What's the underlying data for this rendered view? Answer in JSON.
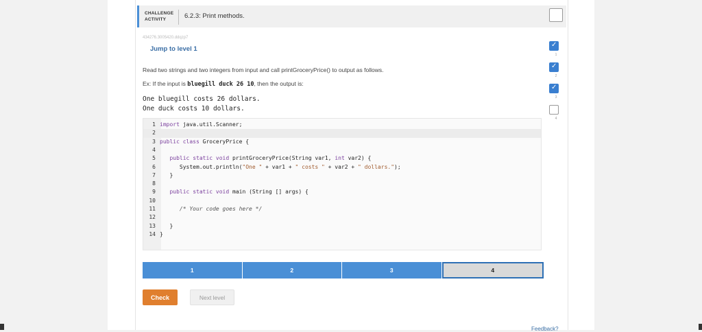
{
  "header": {
    "label_line1": "CHALLENGE",
    "label_line2": "ACTIVITY",
    "title": "6.2.3: Print methods."
  },
  "activity_id": "434276.3005420.ddqzp7",
  "jump_link": "Jump to level 1",
  "prompt": {
    "line1": "Read two strings and two integers from input and call printGroceryPrice() to output as follows.",
    "line2_prefix": "Ex: If the input is ",
    "line2_mono": "bluegill duck 26 10",
    "line2_suffix": ", then the output is:"
  },
  "output_lines": [
    "One bluegill costs 26 dollars.",
    "One duck costs 10 dollars."
  ],
  "code_lines": [
    {
      "n": "1",
      "text": "import java.util.Scanner;"
    },
    {
      "n": "2",
      "text": ""
    },
    {
      "n": "3",
      "text": "public class GroceryPrice {"
    },
    {
      "n": "4",
      "text": ""
    },
    {
      "n": "5",
      "text": "   public static void printGroceryPrice(String var1, int var2) {"
    },
    {
      "n": "6",
      "text": "      System.out.println(\"One \" + var1 + \" costs \" + var2 + \" dollars.\");"
    },
    {
      "n": "7",
      "text": "   }"
    },
    {
      "n": "8",
      "text": ""
    },
    {
      "n": "9",
      "text": "   public static void main (String [] args) {"
    },
    {
      "n": "10",
      "text": ""
    },
    {
      "n": "11",
      "text": "      /* Your code goes here */"
    },
    {
      "n": "12",
      "text": ""
    },
    {
      "n": "13",
      "text": "   }"
    },
    {
      "n": "14",
      "text": "}"
    }
  ],
  "levels": [
    "1",
    "2",
    "3",
    "4"
  ],
  "current_level": "4",
  "buttons": {
    "check": "Check",
    "next": "Next level"
  },
  "progress_steps": [
    {
      "n": "1",
      "done": true
    },
    {
      "n": "2",
      "done": true
    },
    {
      "n": "3",
      "done": true
    },
    {
      "n": "4",
      "done": false
    }
  ],
  "feedback": "Feedback?",
  "colors": {
    "accent": "#4a8fd6",
    "check": "#e07f2e",
    "link": "#3a6ea5"
  }
}
